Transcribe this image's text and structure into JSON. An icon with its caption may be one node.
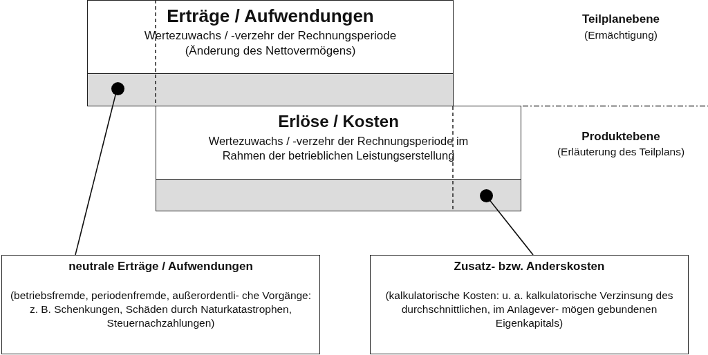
{
  "diagram": {
    "nodes": [
      {
        "text": [
          "Erträge / Aufwendungen",
          "Wertezuwachs / -verzehr der Rechnungsperiode (Änderung des Nettovermögens)"
        ]
      },
      {
        "text": [
          "Erlöse / Kosten",
          "Wertezuwachs / -verzehr der Rechnungsperiode im Rahmen der betrieblichen Leistungserstellung"
        ]
      },
      {
        "text": [],
        "shape": "circle",
        "in": 0
      },
      {
        "text": [],
        "shape": "circle",
        "in": 1
      },
      {
        "text": [
          "neutrale Erträge / Aufwendungen",
          "(betriebsfremde, periodenfremde, außerordentli- che Vorgänge: z. B. Schenkungen, Schäden durch Naturkatastrophen, Steuernachzahlungen)"
        ]
      },
      {
        "text": [
          "Zusatz- bzw. Anderskosten",
          "(kalkulatorische Kosten: u. a. kalkulatorische Verzinsung des durchschnittlichen, im Anlagever- mögen gebundenen Eigenkapitals)"
        ]
      }
    ],
    "edges": [
      {
        "from": 4,
        "to": 2,
        "arrow": "none"
      },
      {
        "from": 5,
        "to": 3,
        "arrow": "none"
      }
    ],
    "labels": [
      "Teilplanebene",
      "(Ermächtigung)",
      "Produktebene",
      "(Erläuterung des Teilplans)"
    ]
  }
}
